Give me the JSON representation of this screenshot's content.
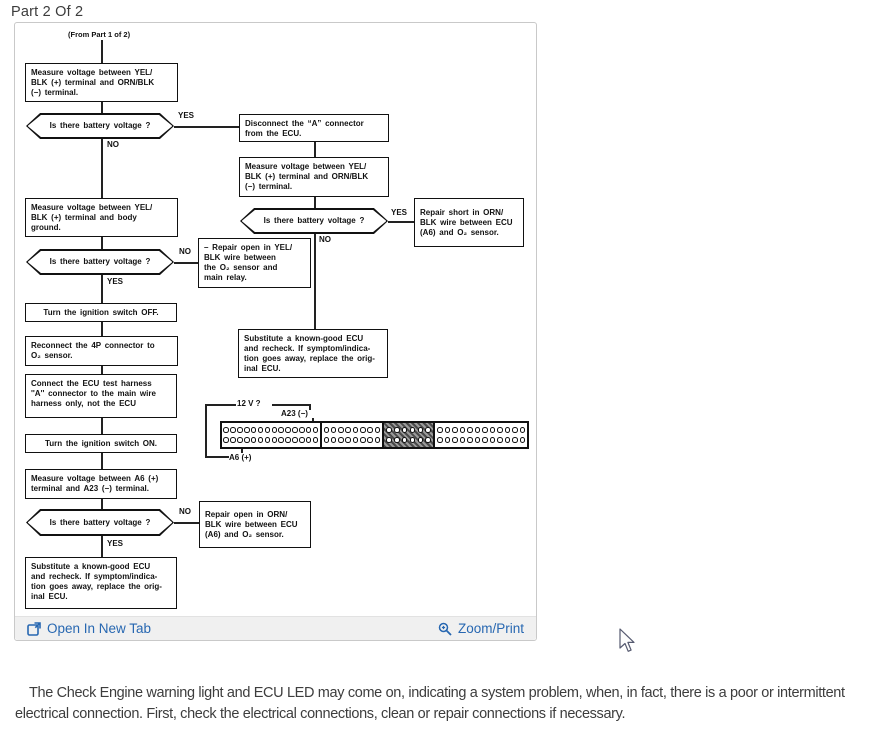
{
  "page": {
    "title": "Part 2 Of 2",
    "footer_paragraph": "The Check Engine warning light and ECU LED may come on, indicating a system problem, when, in fact, there is a poor or intermittent electrical connection. First, check the electrical connections, clean or repair connections if necessary."
  },
  "viewer": {
    "open_in_new_tab_label": "Open In New Tab",
    "zoom_print_label": "Zoom/Print",
    "link_color": "#2767b1"
  },
  "flowchart": {
    "from_label": "(From Part 1 of 2)",
    "yes_label": "YES",
    "no_label": "NO",
    "nodes": {
      "diamond_question": "Is there battery voltage ?",
      "measure_yel_orn_1": "Measure voltage between YEL/\nBLK (+) terminal and ORN/BLK\n(−) terminal.",
      "disconnect_a_connector": "Disconnect the “A” connector\nfrom the ECU.",
      "measure_yel_orn_2": "Measure voltage between YEL/\nBLK (+) terminal and ORN/BLK\n(−) terminal.",
      "repair_short_orn": "Repair short in ORN/\nBLK wire between ECU\n(A6) and O₂ sensor.",
      "measure_body_ground": "Measure voltage between YEL/\nBLK (+) terminal and body\nground.",
      "repair_open_yel": "– Repair open in YEL/\nBLK wire between\nthe O₂ sensor and\nmain relay.",
      "ignition_off": "Turn the ignition switch OFF.",
      "reconnect_4p": "Reconnect the 4P connector to\nO₂ sensor.",
      "connect_test_harness": "Connect the ECU test harness\n''A'' connector to the main wire\nharness only, not the ECU",
      "ignition_on": "Turn the ignition switch ON.",
      "measure_a6_a23": "Measure voltage between A6 (+)\nterminal and A23 (−) terminal.",
      "repair_open_orn": "Repair open in ORN/\nBLK wire between ECU\n(A6) and O₂ sensor.",
      "substitute_ecu_mid": "Substitute a known-good ECU\nand recheck. If symptom/indica-\ntion goes away, replace the orig-\ninal ECU.",
      "substitute_ecu_bottom": "Substitute a known-good ECU\nand recheck. If symptom/indica-\ntion goes away, replace the orig-\ninal ECU."
    },
    "connector_diagram": {
      "voltage_label": "12 V ?",
      "a23_label": "A23 (−)",
      "a6_label": "A6 (+)",
      "sections": [
        {
          "pins_per_row": 14,
          "shaded": false
        },
        {
          "pins_per_row": 8,
          "shaded": false
        },
        {
          "pins_per_row": 6,
          "shaded": true
        },
        {
          "pins_per_row": 12,
          "shaded": false
        }
      ]
    }
  }
}
